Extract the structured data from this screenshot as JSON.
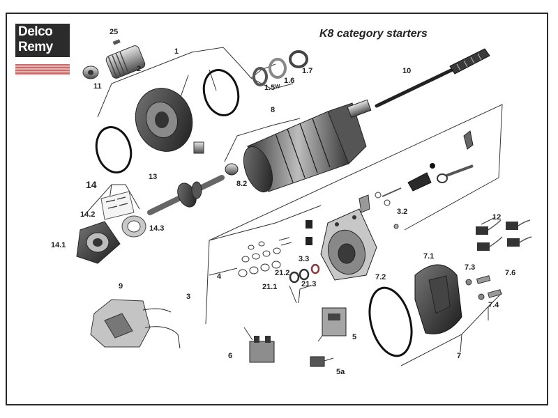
{
  "logo": {
    "line1": "Delco",
    "line2": "Remy"
  },
  "title": "K8 category starters",
  "labels": {
    "p25": "25",
    "p1": "1",
    "p2": "2",
    "p11": "11",
    "p17": "1.7",
    "p16": "1.6",
    "p15": "1.5ᵂ",
    "p10": "10",
    "p8": "8",
    "p82": "8.2",
    "p14": "14",
    "p13": "13",
    "p142": "14.2",
    "p143": "14.3",
    "p141": "14.1",
    "p12": "12",
    "p32": "3.2",
    "p33": "3.3",
    "p4": "4",
    "p3": "3",
    "p212": "21.2",
    "p211": "21.1",
    "p213": "21.3",
    "p72": "7.2",
    "p71": "7.1",
    "p73": "7.3",
    "p76": "7.6",
    "p74": "7.4",
    "p9": "9",
    "p5": "5",
    "p6": "6",
    "p5a": "5a",
    "p7": "7"
  }
}
